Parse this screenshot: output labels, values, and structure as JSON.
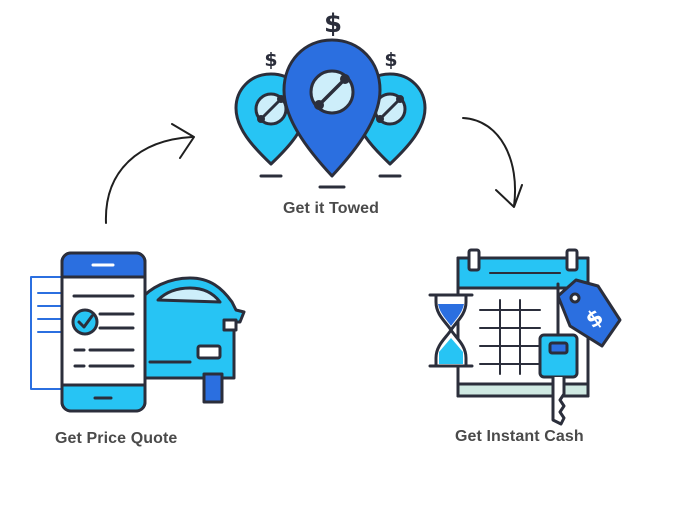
{
  "steps": [
    {
      "label": "Get it Towed"
    },
    {
      "label": "Get Price Quote"
    },
    {
      "label": "Get Instant Cash"
    }
  ],
  "icons": {
    "tow": [
      "dollar-icon",
      "map-pin-wrench-icon"
    ],
    "quote": [
      "smartphone-icon",
      "checkmark-icon",
      "car-icon",
      "document-icon"
    ],
    "cash": [
      "calendar-icon",
      "hourglass-icon",
      "key-icon",
      "price-tag-icon"
    ]
  },
  "glyphs": {
    "dollar": "$"
  },
  "colors": {
    "outline": "#2b2e3b",
    "light_blue": "#27c4f4",
    "dark_blue": "#2b6fe0",
    "navy": "#1f5fb8",
    "label": "#4a4a4a"
  }
}
